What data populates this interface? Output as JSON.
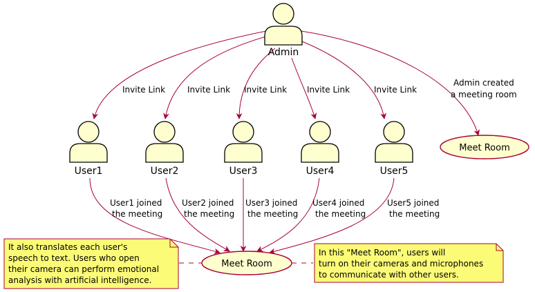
{
  "admin": {
    "name": "Admin"
  },
  "users": [
    {
      "name": "User1",
      "invite_label": "Invite Link",
      "join_label": [
        "User1 joined",
        "the meeting"
      ]
    },
    {
      "name": "User2",
      "invite_label": "Invite Link",
      "join_label": [
        "User2 joined",
        "the meeting"
      ]
    },
    {
      "name": "User3",
      "invite_label": "Invite Link",
      "join_label": [
        "User3 joined",
        "the meeting"
      ]
    },
    {
      "name": "User4",
      "invite_label": "Invite Link",
      "join_label": [
        "User4 joined",
        "the meeting"
      ]
    },
    {
      "name": "User5",
      "invite_label": "Invite Link",
      "join_label": [
        "User5 joined",
        "the meeting"
      ]
    }
  ],
  "admin_room_label": [
    "Admin created",
    "a meeting room"
  ],
  "room_top": {
    "label": "Meet Room"
  },
  "room_bottom": {
    "label": "Meet Room"
  },
  "note_left": [
    "It also translates each user's",
    "speech to text. Users who open",
    "their camera can perform emotional",
    "analysis with artificial intelligence."
  ],
  "note_right": [
    "In this \"Meet Room\", users will",
    "turn on their cameras and microphones",
    "to communicate with other users."
  ],
  "colors": {
    "actor_fill": "#fefece",
    "edge": "#a80036",
    "note_fill": "#fbfb77"
  }
}
